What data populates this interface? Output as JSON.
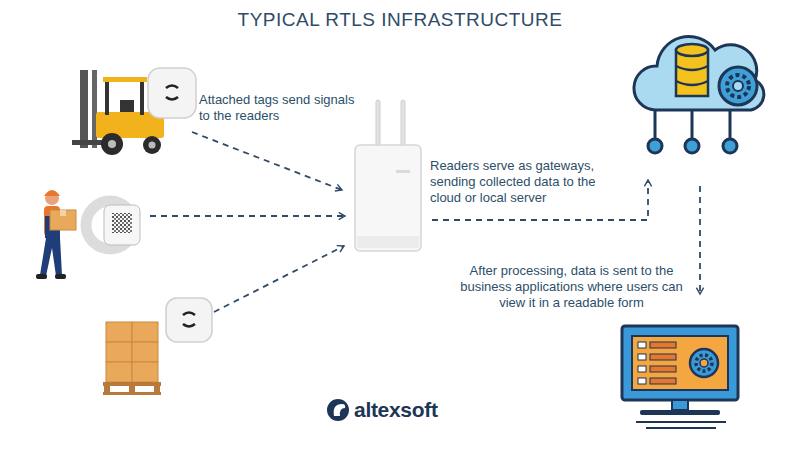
{
  "diagram": {
    "title": "TYPICAL RTLS INFRASTRUCTURE",
    "labels": [
      "Attached tags send signals to the readers",
      "Readers serve as gateways, sending collected data to the cloud or local server",
      "After processing, data is sent to the business applications where users can view it in a readable form",
      "altexsoft"
    ]
  }
}
